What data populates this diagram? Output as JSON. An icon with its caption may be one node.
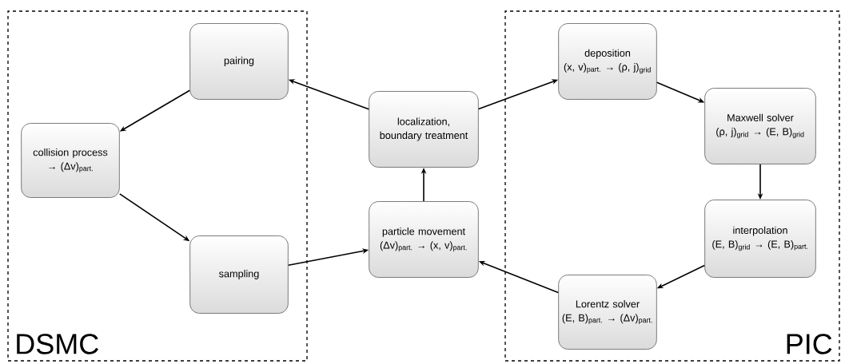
{
  "diagram": {
    "nodes": [
      {
        "text": [
          "DSMC"
        ]
      },
      {
        "text": [
          "pairing"
        ],
        "in": 0
      },
      {
        "text": [
          "collision process",
          "→ (Δv)$_{part.}$"
        ],
        "in": 0
      },
      {
        "text": [
          "sampling"
        ],
        "in": 0
      },
      {
        "text": [
          "localization, boundary treatment"
        ]
      },
      {
        "text": [
          "particle movement",
          "(Δv)$_{part.}$ → (x, v)$_{part.}$"
        ]
      },
      {
        "text": [
          "PIC"
        ]
      },
      {
        "text": [
          "deposition",
          "(x, v)$_{part.}$ → (ρ, j)$_{grid}$"
        ],
        "in": 6
      },
      {
        "text": [
          "Maxwell solver",
          "(ρ, j)$_{grid}$ → (E, B)$_{grid}$"
        ],
        "in": 6
      },
      {
        "text": [
          "interpolation",
          "(E, B)$_{grid}$ → (E, B)$_{part.}$"
        ],
        "in": 6
      },
      {
        "text": [
          "Lorentz solver",
          "(E, B)$_{part.}$ → (Δv)$_{part.}$"
        ],
        "in": 6
      }
    ],
    "edges": [
      {
        "from": 4,
        "to": 1,
        "arrow": "to"
      },
      {
        "from": 1,
        "to": 2,
        "arrow": "to"
      },
      {
        "from": 2,
        "to": 3,
        "arrow": "to"
      },
      {
        "from": 3,
        "to": 5,
        "arrow": "to"
      },
      {
        "from": 5,
        "to": 4,
        "arrow": "to"
      },
      {
        "from": 4,
        "to": 7,
        "arrow": "to"
      },
      {
        "from": 7,
        "to": 8,
        "arrow": "to"
      },
      {
        "from": 8,
        "to": 9,
        "arrow": "to"
      },
      {
        "from": 9,
        "to": 10,
        "arrow": "to"
      },
      {
        "from": 10,
        "to": 5,
        "arrow": "to"
      }
    ]
  }
}
